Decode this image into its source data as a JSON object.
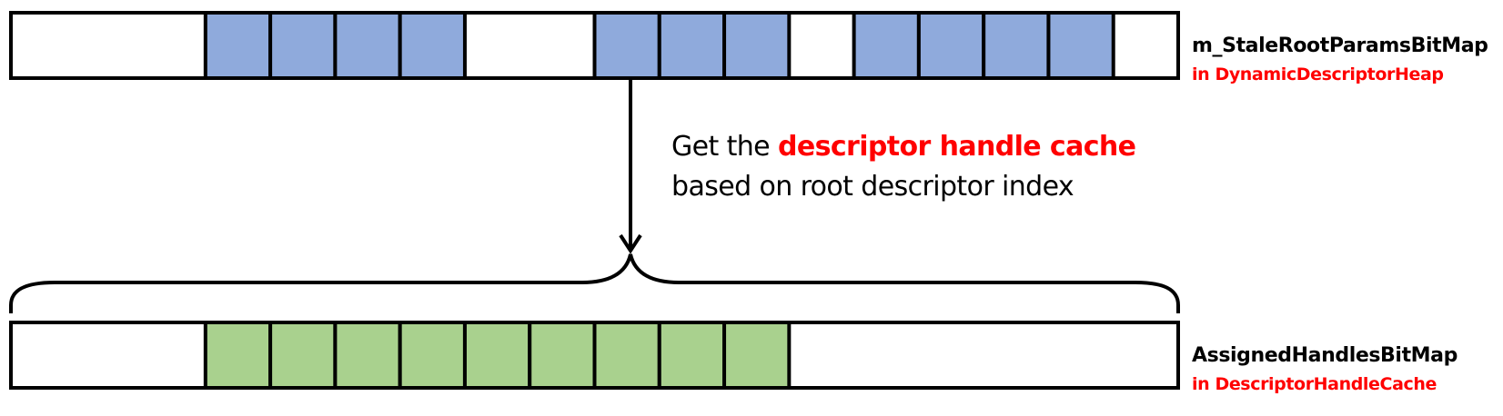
{
  "colors": {
    "stale_cell_fill": "#8faadc",
    "assigned_cell_fill": "#a9d18e",
    "outline": "#000000",
    "highlight_text": "#ff0000"
  },
  "top_bitmap": {
    "name": "m_StaleRootParamsBitMap",
    "owner": "in DynamicDescriptorHeap",
    "cells": [
      false,
      false,
      false,
      true,
      true,
      true,
      true,
      false,
      false,
      true,
      true,
      true,
      false,
      true,
      true,
      true,
      true,
      false
    ]
  },
  "bottom_bitmap": {
    "name": "AssignedHandlesBitMap",
    "owner": "in DescriptorHandleCache",
    "cells": [
      false,
      false,
      false,
      true,
      true,
      true,
      true,
      true,
      true,
      true,
      true,
      true,
      false,
      false,
      false,
      false,
      false,
      false
    ]
  },
  "caption": {
    "prefix": "Get the ",
    "highlight": "descriptor handle cache",
    "line2": "based on root descriptor index"
  }
}
